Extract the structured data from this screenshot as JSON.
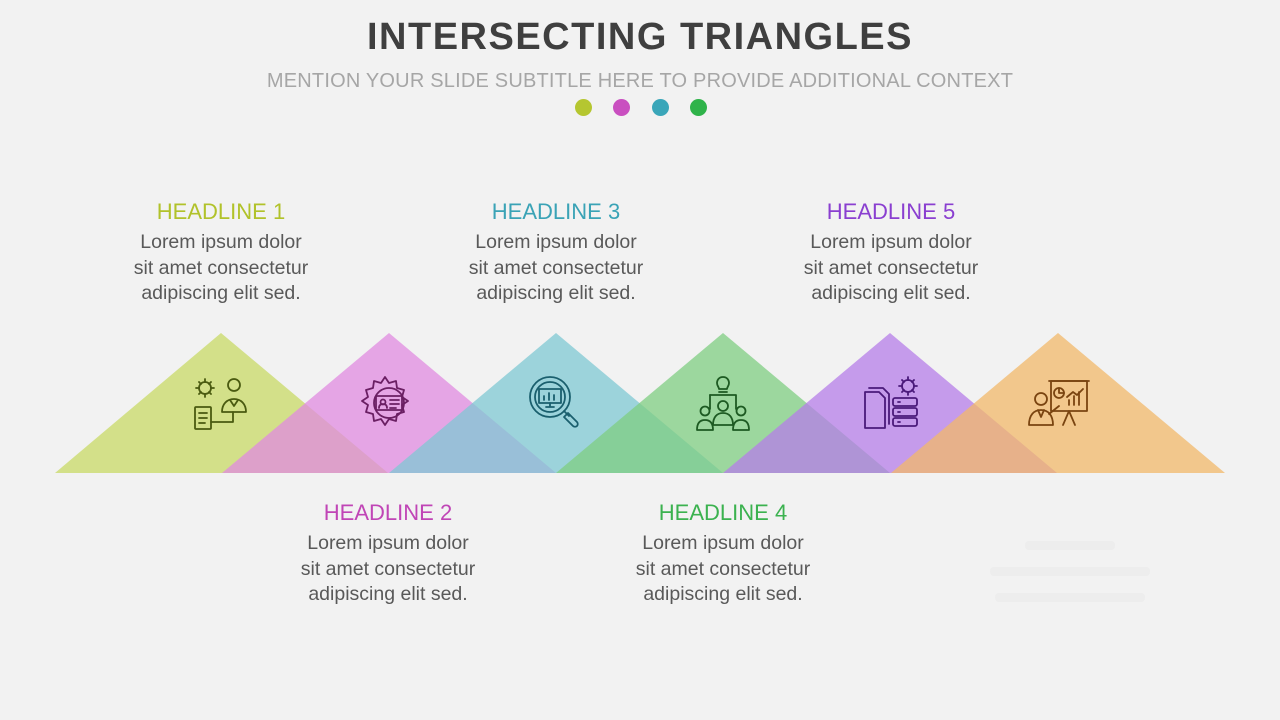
{
  "title": "INTERSECTING TRIANGLES",
  "subtitle": "MENTION YOUR SLIDE SUBTITLE HERE TO PROVIDE ADDITIONAL CONTEXT",
  "dot_colors": [
    "#b5c630",
    "#c94fc0",
    "#3aa6b9",
    "#2fb34a"
  ],
  "items": [
    {
      "headline": "HEADLINE 1",
      "body": [
        "Lorem ipsum dolor",
        "sit amet consectetur",
        "adipiscing elit sed."
      ],
      "color": "#b1c22a",
      "fill": "#c8d966",
      "icon": "team-document-icon",
      "position": "top"
    },
    {
      "headline": "HEADLINE 2",
      "body": [
        "Lorem ipsum dolor",
        "sit amet consectetur",
        "adipiscing elit sed."
      ],
      "color": "#c045b6",
      "fill": "#e08be0",
      "icon": "gear-id-card-icon",
      "position": "bottom"
    },
    {
      "headline": "HEADLINE 3",
      "body": [
        "Lorem ipsum dolor",
        "sit amet consectetur",
        "adipiscing elit sed."
      ],
      "color": "#3aa3b6",
      "fill": "#7fc8d3",
      "icon": "magnifier-chart-icon",
      "position": "top"
    },
    {
      "headline": "HEADLINE 4",
      "body": [
        "Lorem ipsum dolor",
        "sit amet consectetur",
        "adipiscing elit sed."
      ],
      "color": "#3bb24f",
      "fill": "#7fcd82",
      "icon": "team-leader-idea-icon",
      "position": "bottom"
    },
    {
      "headline": "HEADLINE 5",
      "body": [
        "Lorem ipsum dolor",
        "sit amet consectetur",
        "adipiscing elit sed."
      ],
      "color": "#8a3fd0",
      "fill": "#b57ee8",
      "icon": "documents-database-icon",
      "position": "top"
    },
    {
      "headline": "",
      "body": [],
      "color": "#f0a040",
      "fill": "#f2b86a",
      "icon": "presenter-chart-icon",
      "position": "bottom"
    }
  ]
}
